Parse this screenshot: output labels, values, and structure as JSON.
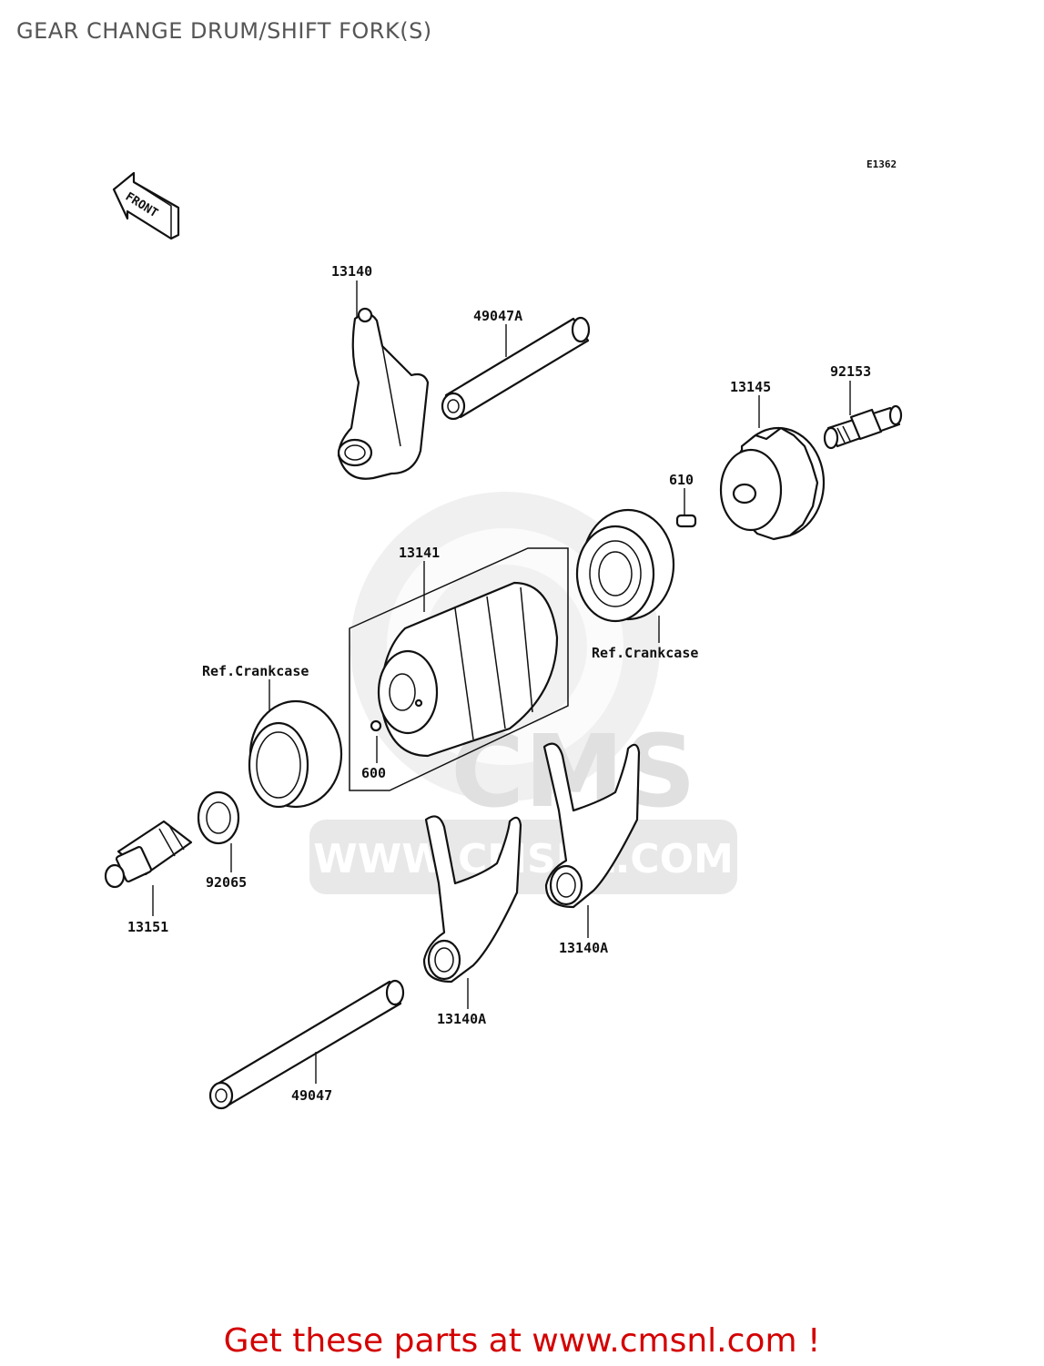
{
  "title": "GEAR CHANGE DRUM/SHIFT FORK(S)",
  "diagram_code": "E1362",
  "front_indicator": "FRONT",
  "watermark": {
    "brand": "CMS",
    "url": "WWW.CMSNL.COM"
  },
  "parts": {
    "p13140": "13140",
    "p49047A": "49047A",
    "p13145": "13145",
    "p92153": "92153",
    "p610": "610",
    "p13141": "13141",
    "ref_right": "Ref.Crankcase",
    "ref_left": "Ref.Crankcase",
    "p600": "600",
    "p92065": "92065",
    "p13151": "13151",
    "p13140A_right": "13140A",
    "p13140A_center": "13140A",
    "p49047": "49047"
  },
  "footer": "Get these parts at www.cmsnl.com !"
}
